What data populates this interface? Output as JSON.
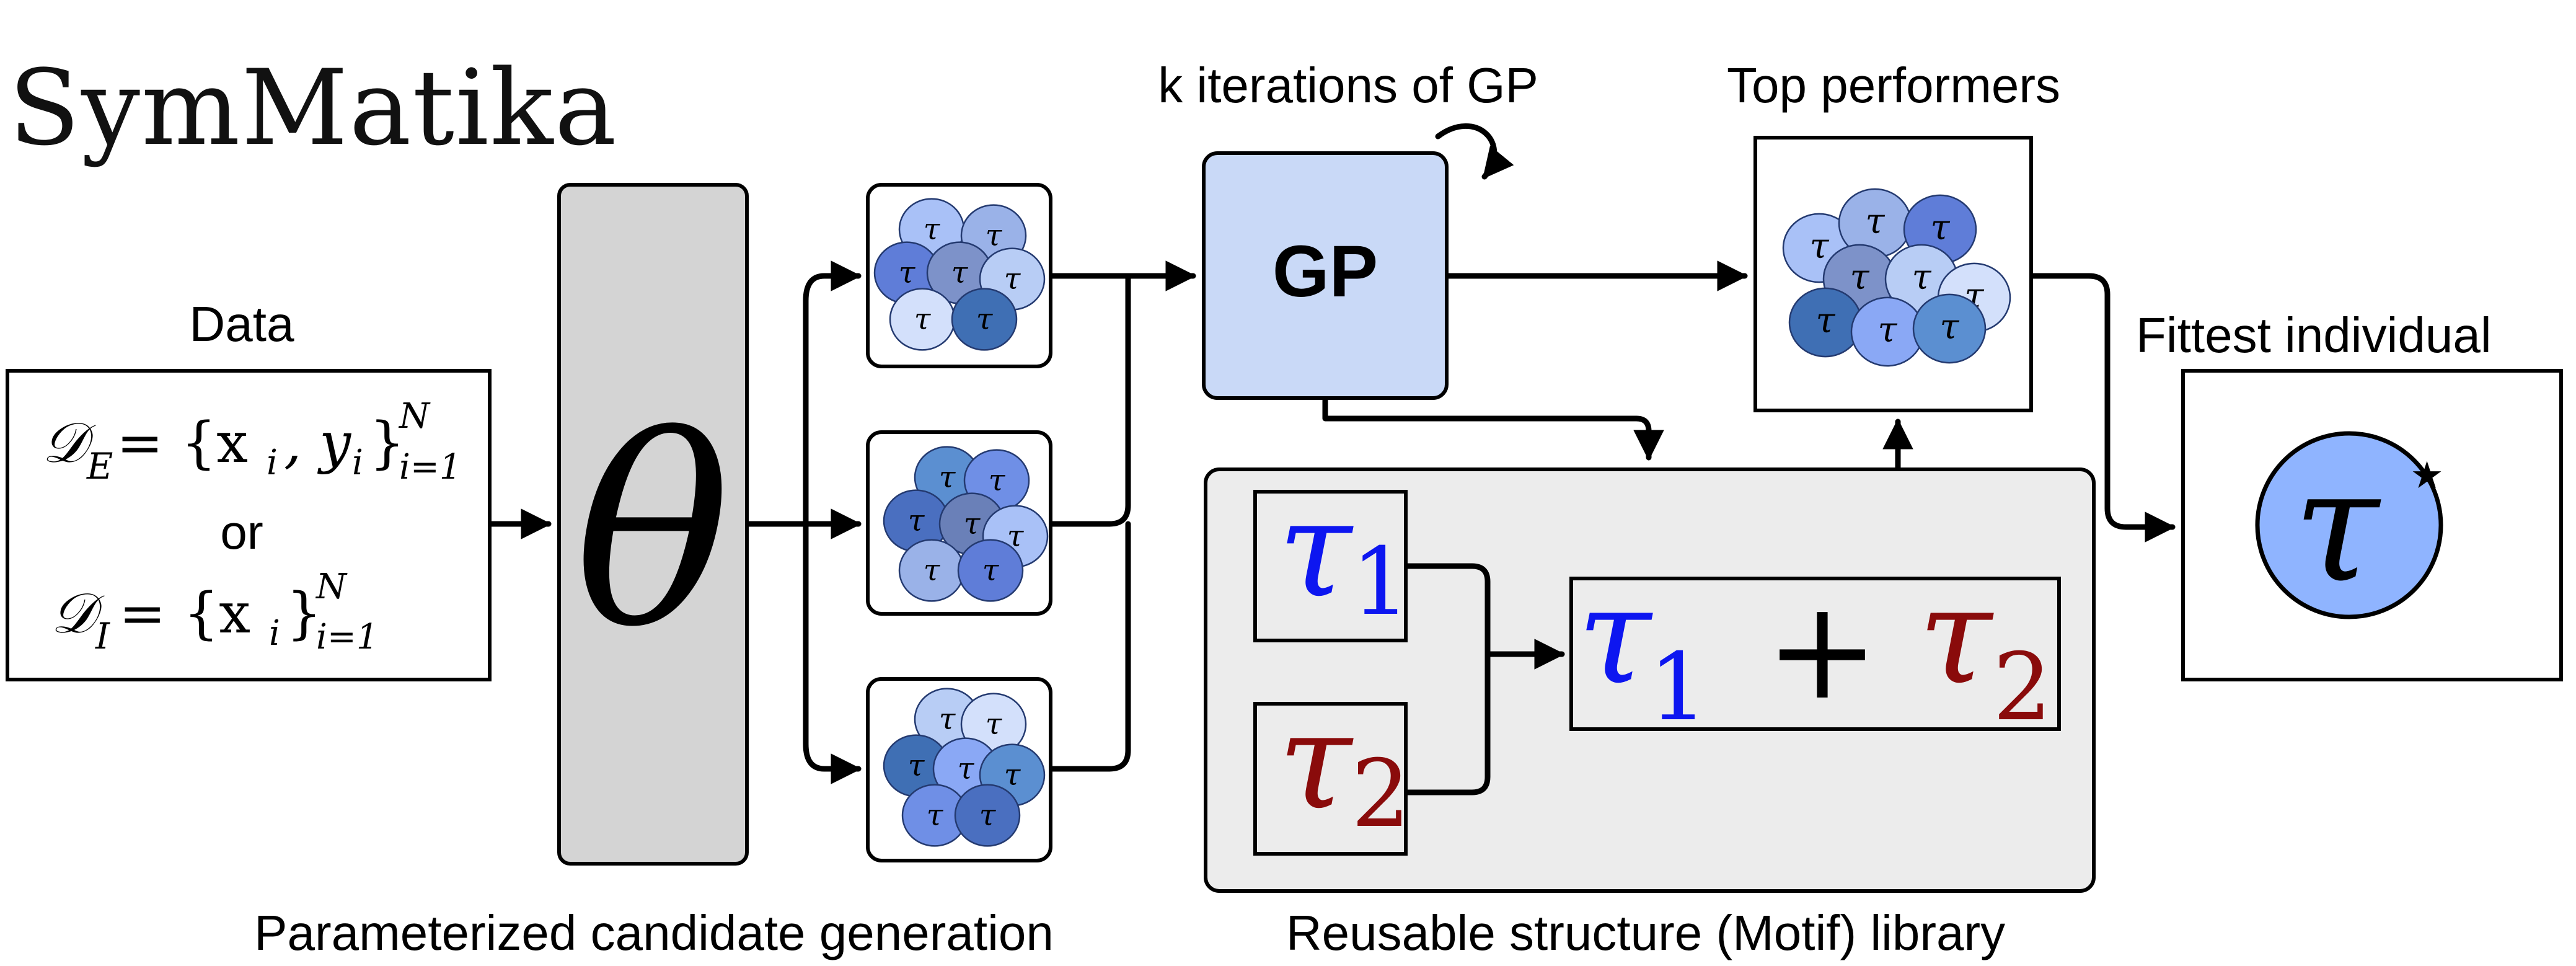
{
  "title": "SymMatika",
  "labels": {
    "data": "Data",
    "or": "or",
    "k_iterations": "k iterations of GP",
    "top_performers": "Top performers",
    "fittest_individual": "Fittest individual",
    "parameterized_generation": "Parameterized candidate generation",
    "motif_library": "Reusable structure (Motif) library",
    "gp": "GP",
    "theta": "θ"
  },
  "equations": {
    "explicit_lhs": "𝒟",
    "explicit_sub": "E",
    "explicit_body": " = {x",
    "explicit_i": "i",
    "explicit_sep": ", y",
    "explicit_close": "}",
    "explicit_sup": "N",
    "explicit_range": "i=1",
    "implicit_lhs": "𝒟",
    "implicit_sub": "I",
    "implicit_body": " = {x",
    "implicit_close": "}",
    "implicit_sup": "N",
    "implicit_range": "i=1"
  },
  "motifs": {
    "tau": "τ",
    "sub1": "1",
    "sub2": "2",
    "plus": "+",
    "fittest_tau": "τ",
    "star": "⋆"
  },
  "colors": {
    "theta_box": "#d4d4d4",
    "gp_box": "#c9d9f7",
    "library_bg": "#ececec",
    "tau1": "#0d16f0",
    "tau2": "#8a0b0b",
    "fittest_fill": "#8fb4ff",
    "cluster_palette": [
      "#6f8fe6",
      "#5f7dd8",
      "#8aa8f5",
      "#a9c1f7",
      "#d3e0fb",
      "#4a6fc0",
      "#7d92c9",
      "#5b8fd1",
      "#9ab2e8",
      "#3f6fb4",
      "#6a80b8",
      "#b8cdf5"
    ]
  }
}
